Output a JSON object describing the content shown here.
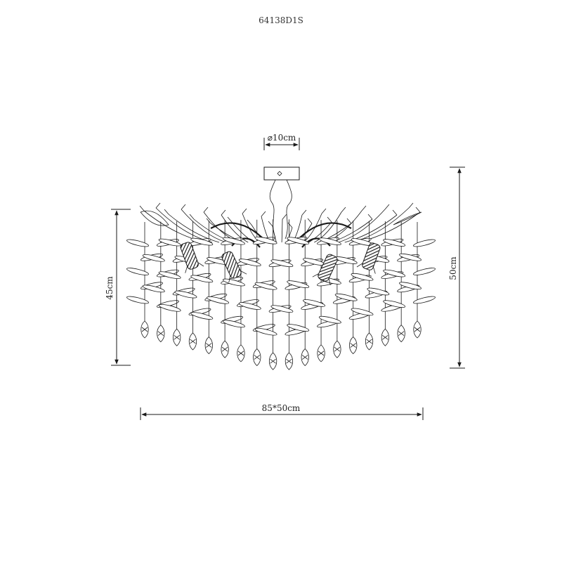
{
  "drawing": {
    "model_code": "64138D1S",
    "canopy_diameter": "⌀10cm",
    "height_body": "45cm",
    "height_total": "50cm",
    "width_depth": "85*50cm"
  },
  "colors": {
    "line": "#1a1a1a",
    "background": "#ffffff"
  }
}
